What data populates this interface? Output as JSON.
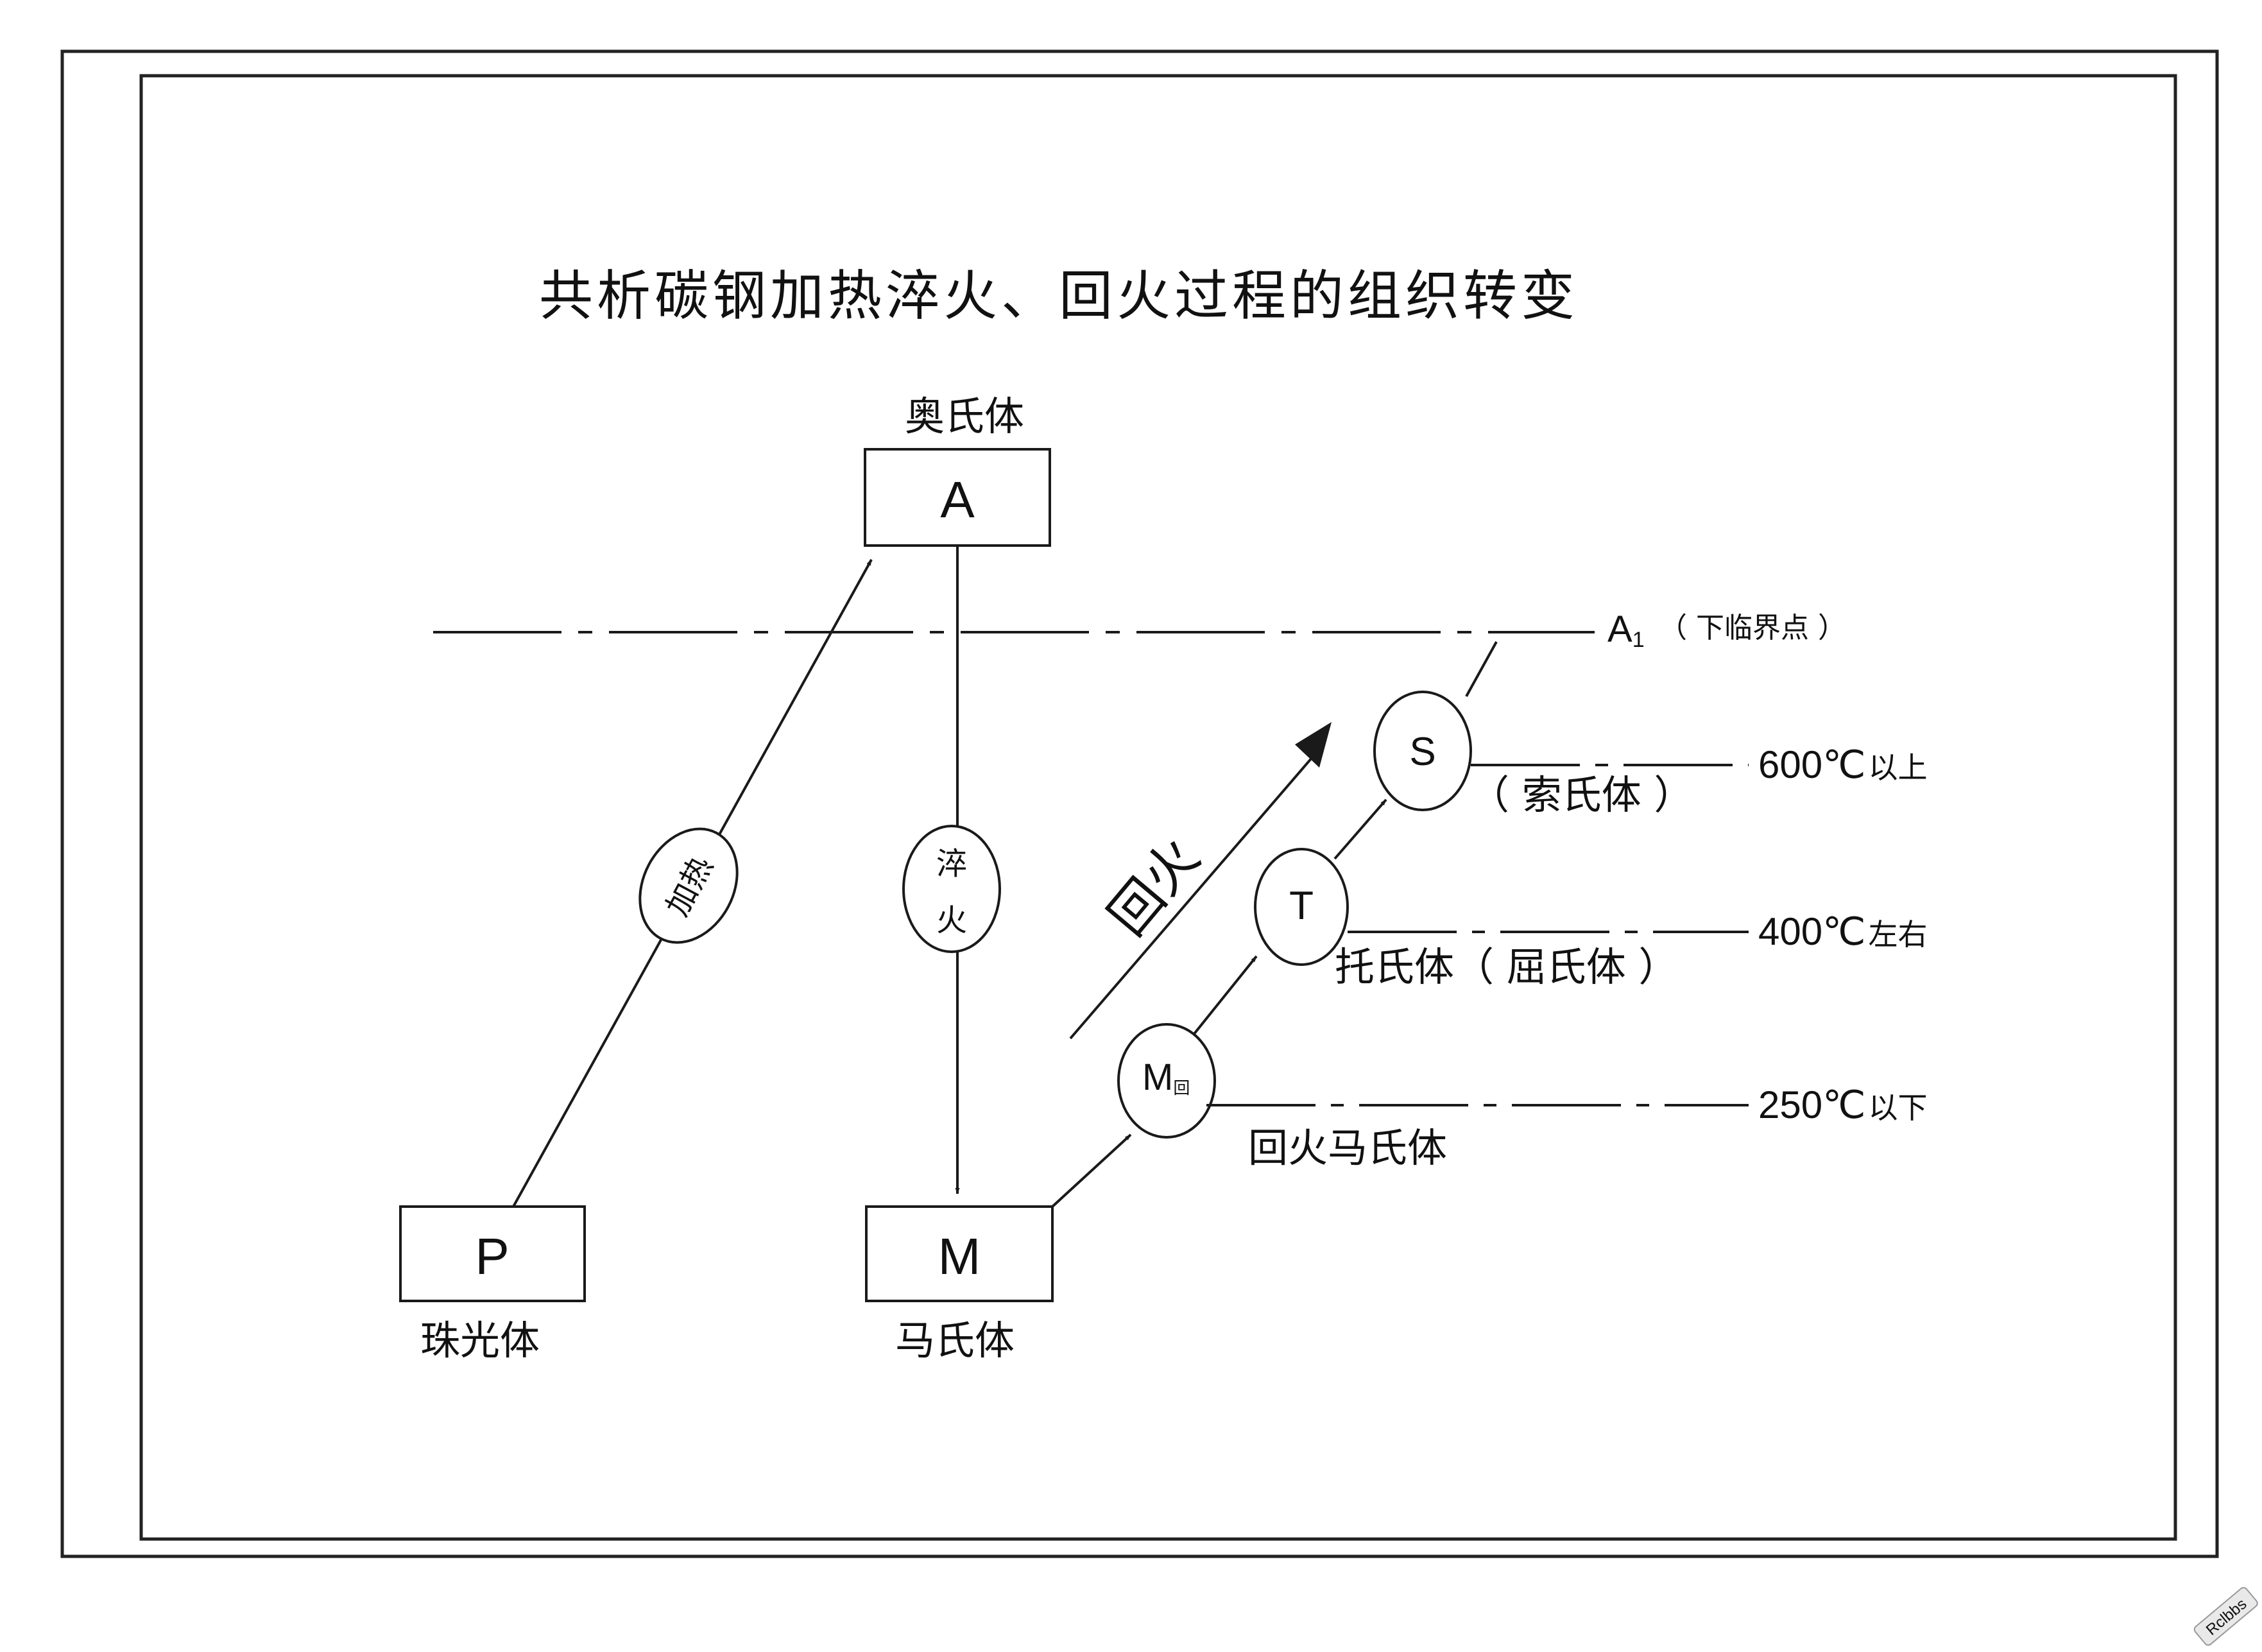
{
  "title": "共析碳钢加热淬火、回火过程的组织转变",
  "nodes": {
    "A": {
      "symbol": "A",
      "name": "奥氏体"
    },
    "P": {
      "symbol": "P",
      "name": "珠光体"
    },
    "M": {
      "symbol": "M",
      "name": "马氏体"
    },
    "S": {
      "symbol": "S",
      "name": "（ 索氏体 ）"
    },
    "T": {
      "symbol": "T",
      "name": "托氏体（ 屈氏体 ）"
    },
    "Mh": {
      "symbol": "M",
      "subscript": "回",
      "name": "回火马氏体"
    }
  },
  "processes": {
    "heating": "加热",
    "quench_1": "淬",
    "quench_2": "火",
    "tempering": "回火"
  },
  "critical_line": {
    "symbol": "A",
    "subscript": "1",
    "label": "（ 下临界点 ）"
  },
  "temperatures": {
    "s": {
      "value": "600℃",
      "suffix": "以上"
    },
    "t": {
      "value": "400℃",
      "suffix": "左右"
    },
    "m": {
      "value": "250℃",
      "suffix": "以下"
    }
  },
  "watermark": "Rclbbs"
}
